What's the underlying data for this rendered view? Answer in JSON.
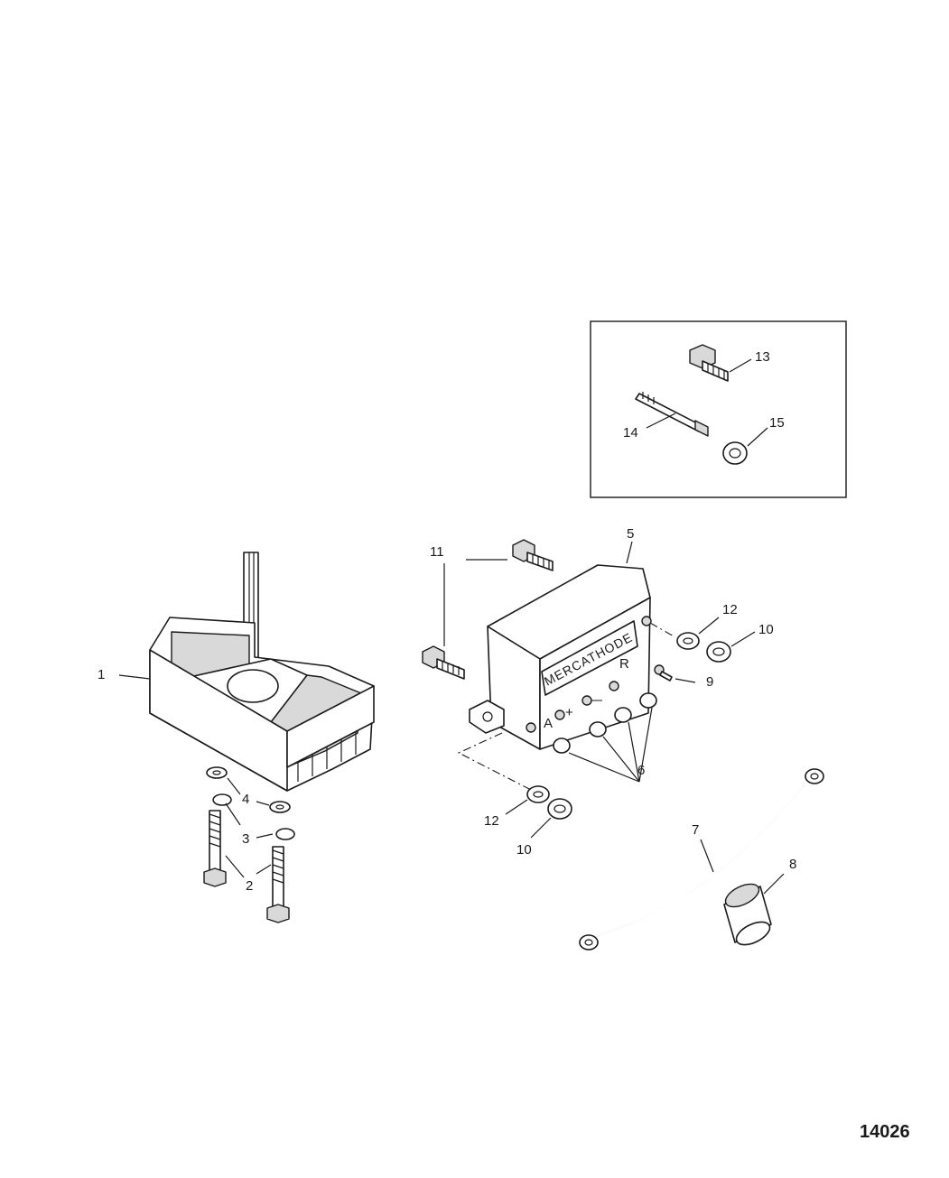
{
  "figure_id": "14026",
  "module_label": "MERCATHODE",
  "terminal_labels": {
    "a": "A",
    "plus": "+",
    "minus": "—",
    "r": "R"
  },
  "callouts": {
    "c1": "1",
    "c2": "2",
    "c3": "3",
    "c4": "4",
    "c5": "5",
    "c6": "6",
    "c7": "7",
    "c8": "8",
    "c9": "9",
    "c10a": "10",
    "c10b": "10",
    "c11": "11",
    "c12a": "12",
    "c12b": "12",
    "c13": "13",
    "c14": "14",
    "c15": "15"
  }
}
